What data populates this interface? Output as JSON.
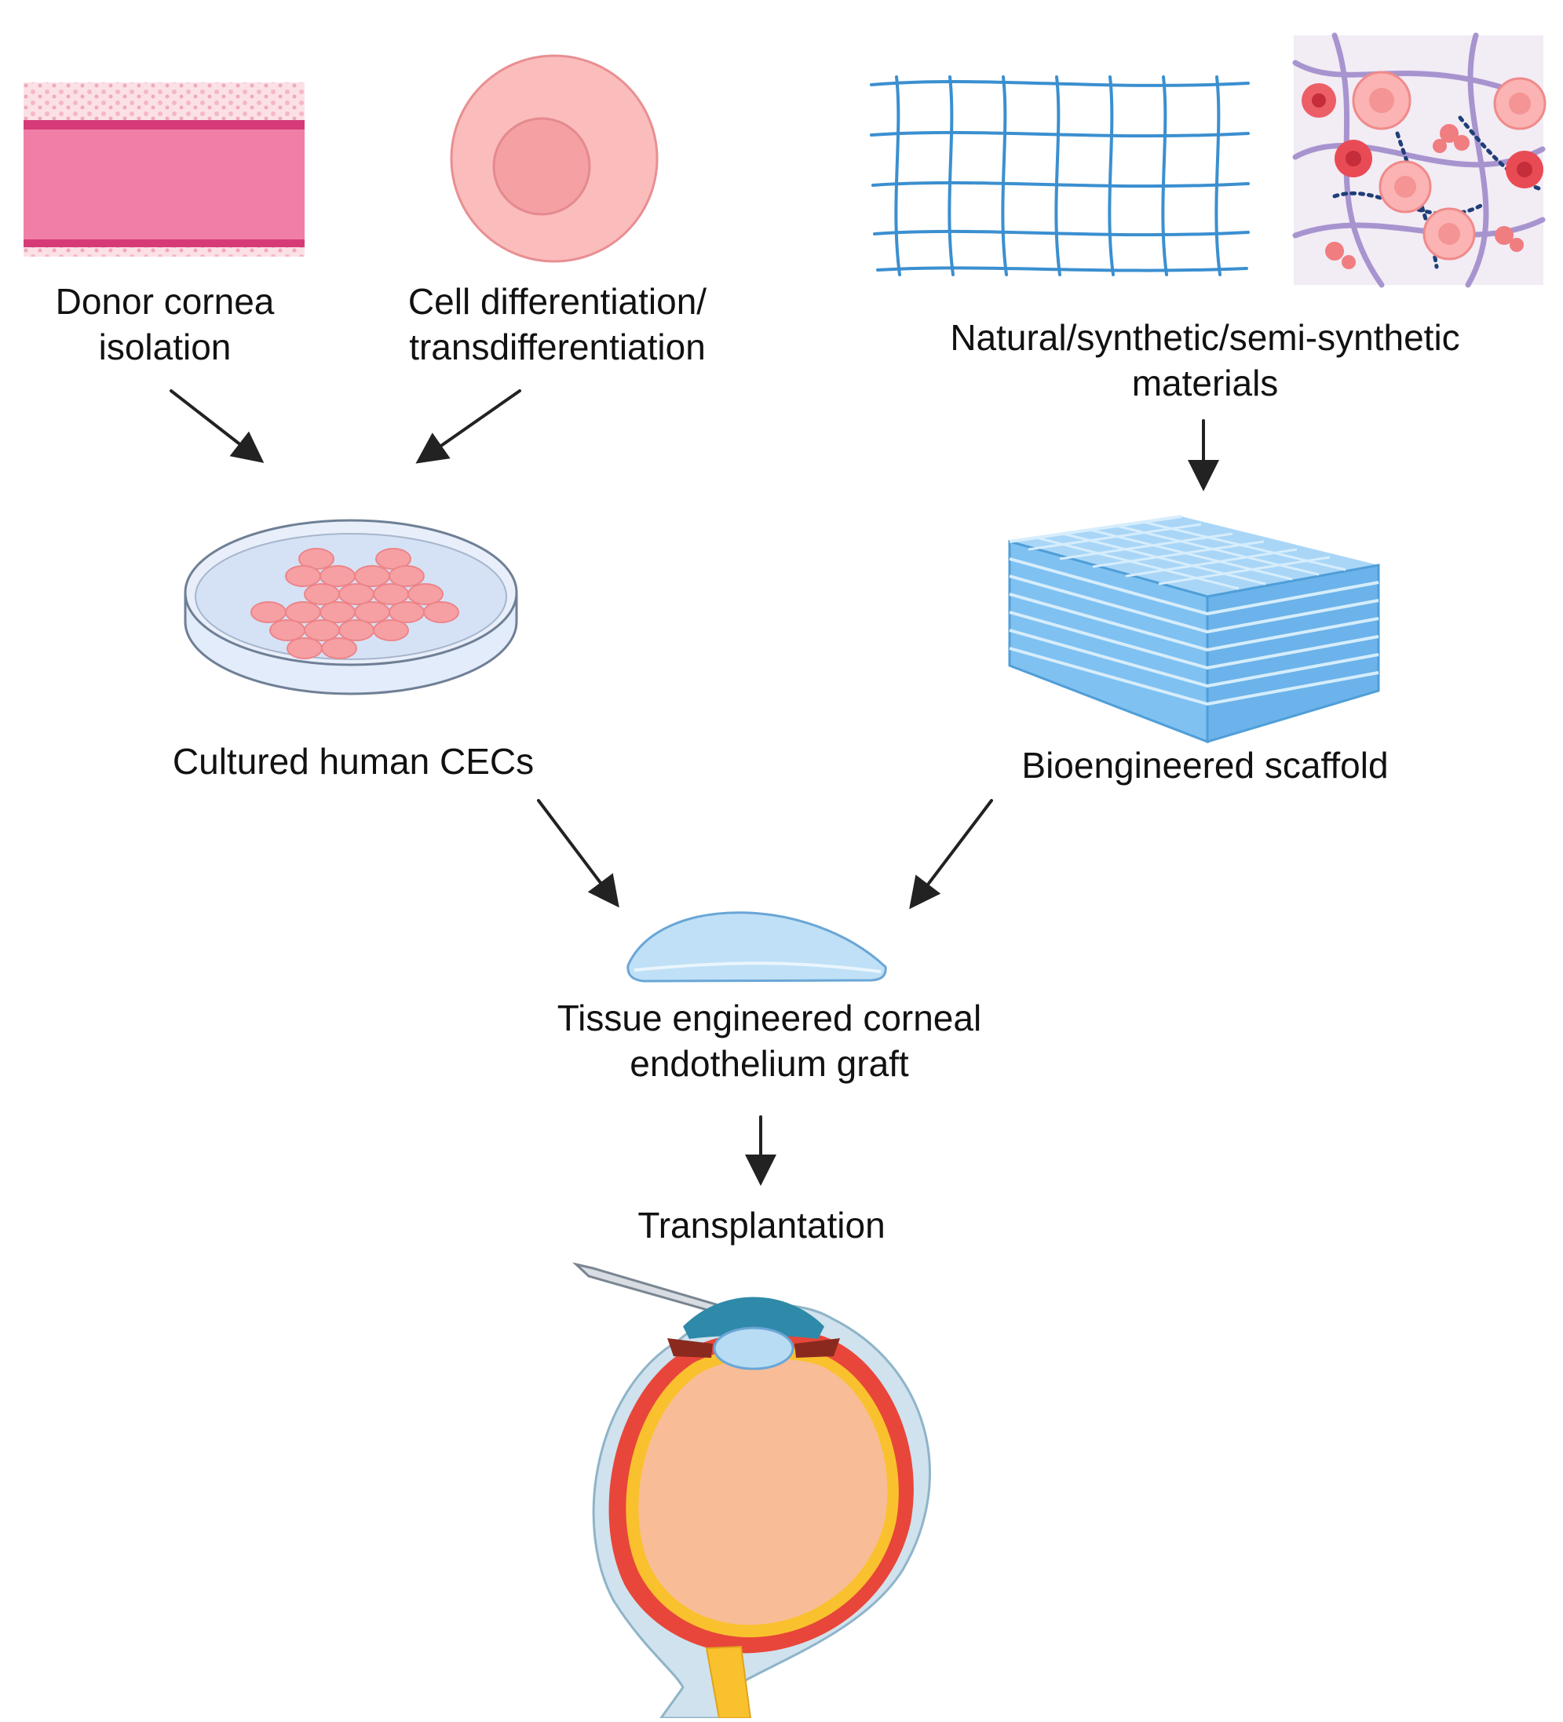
{
  "labels": {
    "donor": [
      "Donor cornea",
      "isolation"
    ],
    "differentiation": [
      "Cell differentiation/",
      "transdifferentiation"
    ],
    "materials": [
      "Natural/synthetic/semi-synthetic",
      "materials"
    ],
    "cultured": "Cultured human CECs",
    "scaffold": "Bioengineered scaffold",
    "graft": [
      "Tissue engineered corneal",
      "endothelium graft"
    ],
    "transplantation": "Transplantation"
  },
  "colors": {
    "tissue_pink": "#f07ea6",
    "tissue_band": "#d63b78",
    "cell_outer": "#fbbcbc",
    "cell_inner": "#f5a0a2",
    "mesh_blue": "#3b8fd0",
    "scaffold_blue": "#6db8f0",
    "dish_fill": "#e3ecfa",
    "cornea_blue": "#b8dcf3",
    "eye_vitreous": "#f8bd96",
    "optic_nerve": "#f9c12e",
    "arrow": "#222222"
  }
}
